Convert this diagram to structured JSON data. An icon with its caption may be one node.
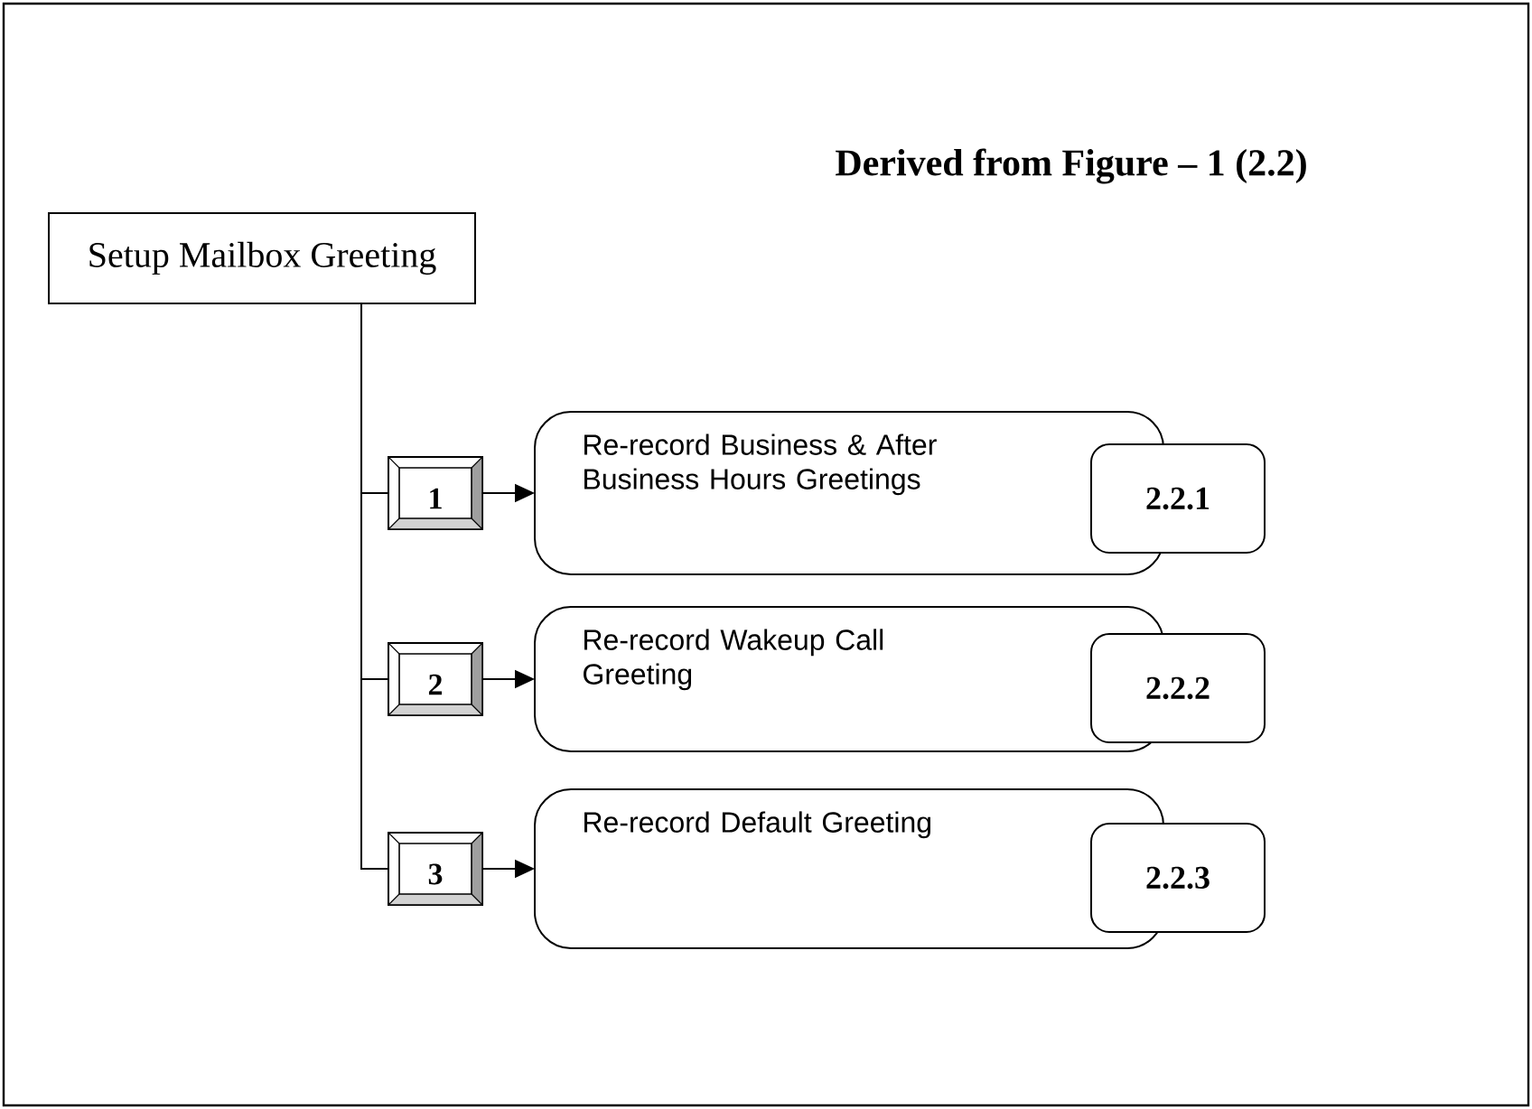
{
  "diagram": {
    "title": "Derived from Figure – 1 (2.2)",
    "nodes": [
      {
        "text": [
          "Setup Mailbox Greeting"
        ]
      },
      {
        "text": [
          "1"
        ]
      },
      {
        "text": [
          "Re-record Business & After Business Hours Greetings"
        ]
      },
      {
        "text": [
          "2.2.1"
        ]
      },
      {
        "text": [
          "2"
        ]
      },
      {
        "text": [
          "Re-record Wakeup Call Greeting"
        ]
      },
      {
        "text": [
          "2.2.2"
        ]
      },
      {
        "text": [
          "3"
        ]
      },
      {
        "text": [
          "Re-record Default Greeting"
        ]
      },
      {
        "text": [
          "2.2.3"
        ]
      }
    ],
    "edges": [
      {
        "from": 0,
        "to": 1,
        "arrow": "none"
      },
      {
        "from": 0,
        "to": 4,
        "arrow": "none"
      },
      {
        "from": 0,
        "to": 7,
        "arrow": "none"
      },
      {
        "from": 1,
        "to": 2,
        "arrow": "to"
      },
      {
        "from": 4,
        "to": 5,
        "arrow": "to"
      },
      {
        "from": 7,
        "to": 8,
        "arrow": "to"
      }
    ]
  }
}
